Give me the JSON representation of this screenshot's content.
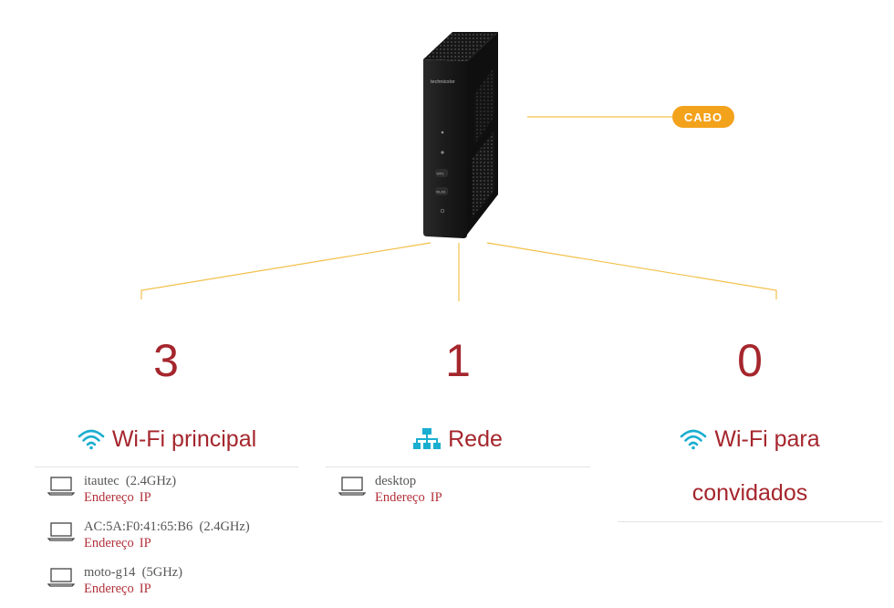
{
  "router": {
    "brand": "technicolor",
    "button_wps": "WPS",
    "button_wlan": "WLAN"
  },
  "connection": {
    "label": "CABO",
    "color": "#f3a21b"
  },
  "colors": {
    "accent": "#a5262d",
    "icon": "#1aaed0",
    "line": "#f3c04a"
  },
  "columns": [
    {
      "count": "3",
      "title": "Wi-Fi principal",
      "icon": "wifi-icon",
      "devices": [
        {
          "name": "itautec",
          "band": "(2.4GHz)",
          "address_label": "Endereço",
          "ip_label": "IP"
        },
        {
          "name": "AC:5A:F0:41:65:B6",
          "band": "(2.4GHz)",
          "address_label": "Endereço",
          "ip_label": "IP"
        },
        {
          "name": "moto-g14",
          "band": "(5GHz)",
          "address_label": "Endereço",
          "ip_label": "IP"
        }
      ]
    },
    {
      "count": "1",
      "title": "Rede",
      "icon": "network-icon",
      "devices": [
        {
          "name": "desktop",
          "address_label": "Endereço",
          "ip_label": "IP"
        }
      ]
    },
    {
      "count": "0",
      "title_line1": "Wi-Fi para",
      "title_line2": "convidados",
      "icon": "wifi-icon",
      "devices": []
    }
  ]
}
